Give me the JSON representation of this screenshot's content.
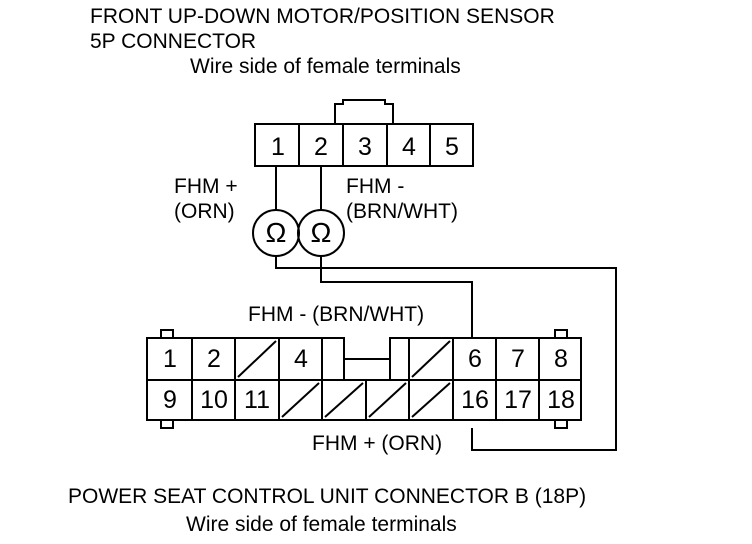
{
  "top_connector": {
    "title_line1": "FRONT UP-DOWN MOTOR/POSITION SENSOR",
    "title_line2": "5P CONNECTOR",
    "subtitle": "Wire side of female terminals",
    "terminals": [
      "1",
      "2",
      "3",
      "4",
      "5"
    ]
  },
  "labels": {
    "fhm_plus": "FHM +",
    "fhm_plus_color": "(ORN)",
    "fhm_minus": "FHM -",
    "fhm_minus_color": "(BRN/WHT)",
    "mid_label": "FHM -  (BRN/WHT)",
    "bottom_label": "FHM +  (ORN)"
  },
  "meters": {
    "symbol": "Ω"
  },
  "bottom_connector": {
    "title": "POWER SEAT CONTROL UNIT CONNECTOR B (18P)",
    "subtitle": "Wire side of female terminals",
    "row1": [
      "1",
      "2",
      "4",
      "6",
      "7",
      "8"
    ],
    "row2": [
      "9",
      "10",
      "11",
      "16",
      "17",
      "18"
    ]
  }
}
